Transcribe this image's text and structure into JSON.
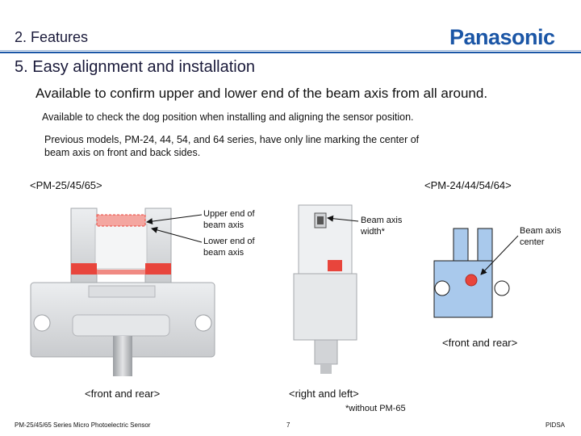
{
  "header": {
    "section_title": "2. Features",
    "subsection_title": "5. Easy alignment and installation",
    "logo_text": "Panasonic",
    "brand_color": "#1b56a6"
  },
  "body": {
    "headline": "Available to confirm upper and lower end of the beam axis from all around.",
    "subline": "Available to check the dog position when installing and aligning the sensor position.",
    "paragraph_line1": "Previous models, PM-24, 44, 54, and 64 series, have only line marking the center of",
    "paragraph_line2": "beam axis on front and back sides."
  },
  "groups": {
    "new_model_label": "<PM-25/45/65>",
    "old_model_label": "<PM-24/44/54/64>"
  },
  "annotations": {
    "upper_end": [
      "Upper end  of",
      "beam axis"
    ],
    "lower_end": [
      "Lower end of",
      "beam axis"
    ],
    "beam_width": [
      "Beam axis",
      "width*"
    ],
    "beam_center": [
      "Beam axis",
      "center"
    ]
  },
  "captions": {
    "front_rear_left": "<front and rear>",
    "right_left": "<right and left>",
    "without_note": "*without PM-65",
    "front_rear_right": "<front and rear>"
  },
  "footer": {
    "doc_name": "PM-25/45/65 Series Micro Photoelectric Sensor",
    "page_number": "7",
    "company": "PIDSA"
  },
  "colors": {
    "marker_red": "#e8453c",
    "diagram_blue": "#a9c9ec",
    "sensor_gray": "#d9dadc"
  },
  "icons": [
    "sensor-front-photo",
    "sensor-side-photo",
    "sensor-schematic-diagram"
  ]
}
